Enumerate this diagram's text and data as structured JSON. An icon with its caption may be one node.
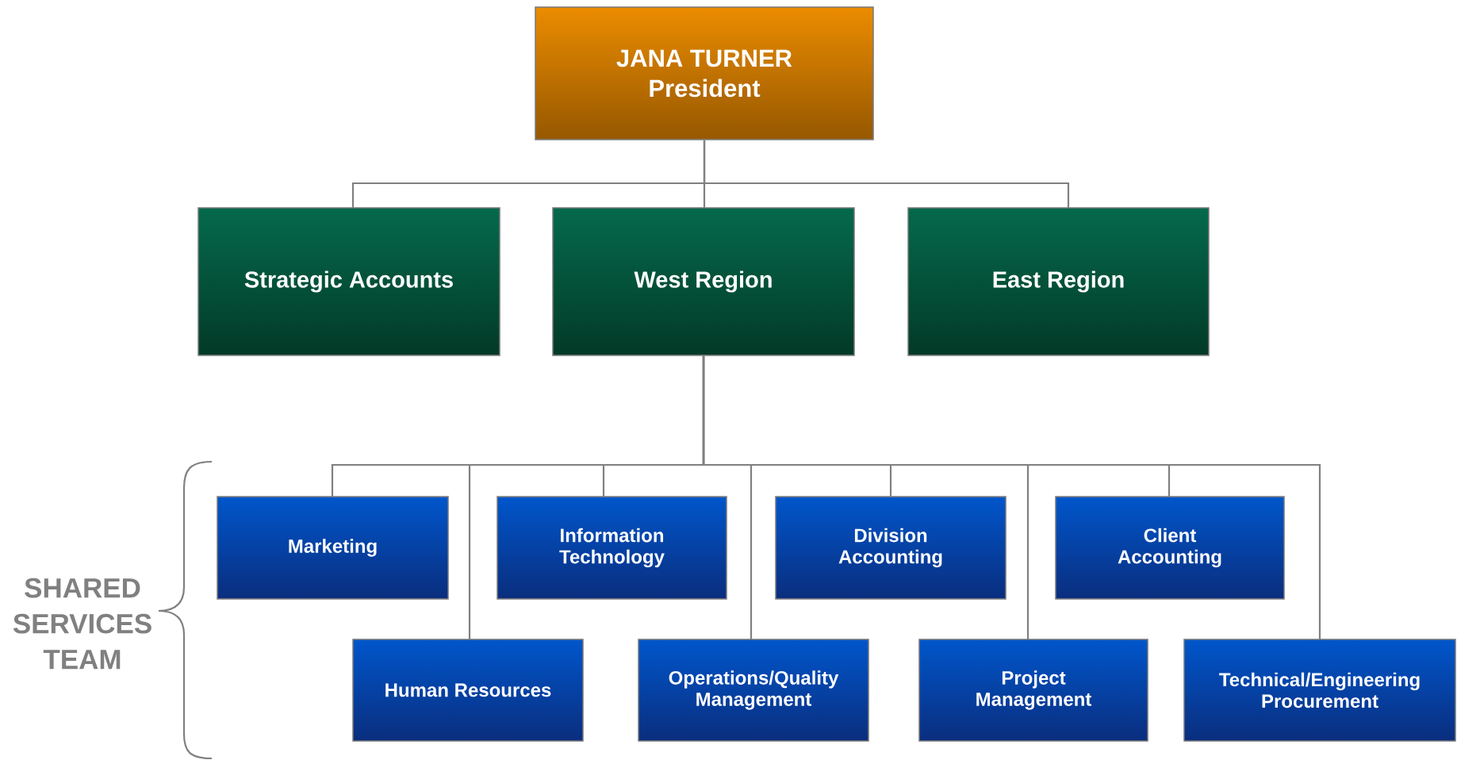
{
  "diagram": {
    "nodes": [
      {
        "text": [
          "JANA TURNER",
          "President"
        ]
      },
      {
        "text": [
          "Strategic Accounts"
        ]
      },
      {
        "text": [
          "West Region"
        ]
      },
      {
        "text": [
          "East Region"
        ]
      },
      {
        "text": [
          "Marketing"
        ]
      },
      {
        "text": [
          "Human Resources"
        ]
      },
      {
        "text": [
          "Information Technology"
        ]
      },
      {
        "text": [
          "Operations/Quality Management"
        ]
      },
      {
        "text": [
          "Division Accounting"
        ]
      },
      {
        "text": [
          "Project Management"
        ]
      },
      {
        "text": [
          "Client Accounting"
        ]
      },
      {
        "text": [
          "Technical/Engineering Procurement"
        ]
      }
    ],
    "edges": [
      {
        "from": 0,
        "to": 1,
        "arrow": "none"
      },
      {
        "from": 0,
        "to": 2,
        "arrow": "none"
      },
      {
        "from": 0,
        "to": 3,
        "arrow": "none"
      },
      {
        "from": 2,
        "to": 4,
        "arrow": "none"
      },
      {
        "from": 2,
        "to": 5,
        "arrow": "none"
      },
      {
        "from": 2,
        "to": 6,
        "arrow": "none"
      },
      {
        "from": 2,
        "to": 7,
        "arrow": "none"
      },
      {
        "from": 2,
        "to": 8,
        "arrow": "none"
      },
      {
        "from": 2,
        "to": 9,
        "arrow": "none"
      },
      {
        "from": 2,
        "to": 10,
        "arrow": "none"
      },
      {
        "from": 2,
        "to": 11,
        "arrow": "none"
      }
    ],
    "labels": [
      "SHARED SERVICES TEAM"
    ]
  }
}
